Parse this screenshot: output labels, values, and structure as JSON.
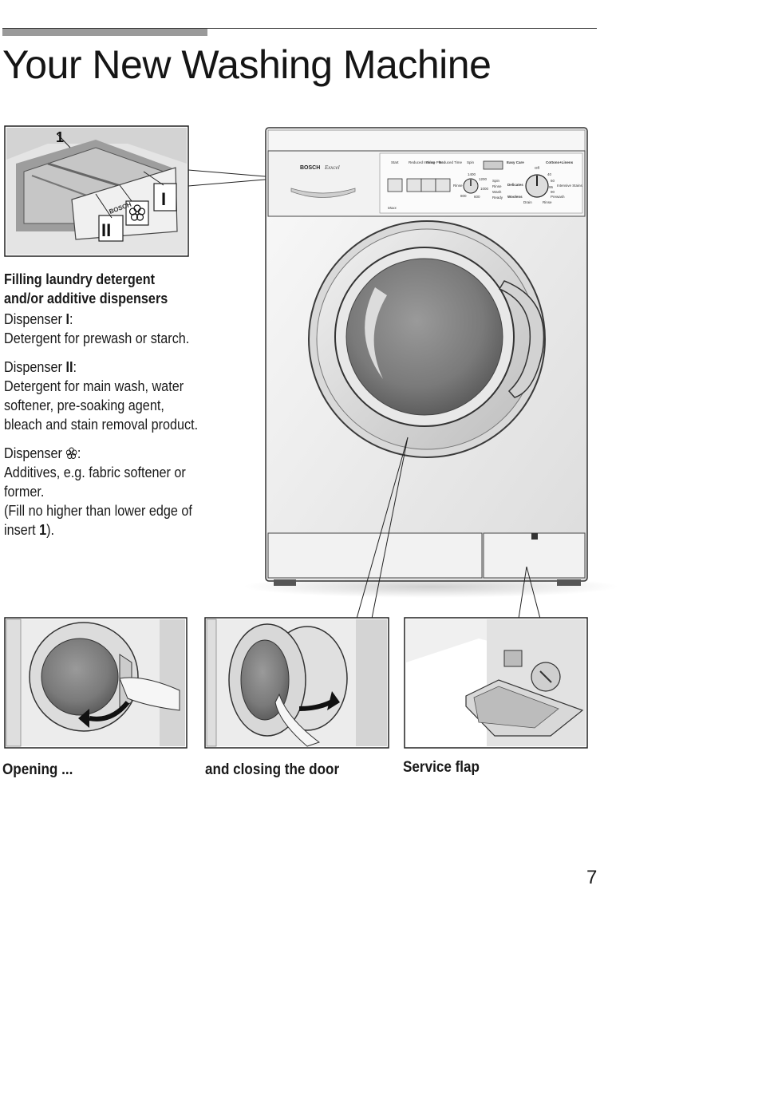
{
  "page": {
    "title": "Your New Washing Machine",
    "page_number": "7"
  },
  "dispenser_section": {
    "heading_line1": "Filling laundry detergent",
    "heading_line2": "and/or additive dispensers",
    "dispenser_i_label": "Dispenser ",
    "dispenser_i_mark": "I",
    "dispenser_i_colon": ":",
    "dispenser_i_text": "Detergent for prewash or starch.",
    "dispenser_ii_label": "Dispenser ",
    "dispenser_ii_mark": "II",
    "dispenser_ii_colon": ":",
    "dispenser_ii_text": "Detergent for main wash, water softener, pre-soaking agent, bleach and stain removal product.",
    "dispenser_flower_label": "Dispenser ",
    "dispenser_flower_icon": "flower-icon",
    "dispenser_flower_colon": ":",
    "dispenser_flower_text": "Additives, e.g. fabric softener or former.",
    "fill_note_prefix": "(Fill no higher than lower edge of insert ",
    "fill_note_mark": "1",
    "fill_note_suffix": ")."
  },
  "figure_labels": {
    "insert_number": "1",
    "compartment_i": "I",
    "compartment_ii": "II",
    "drawer_brand": "BOSCH"
  },
  "machine_panel": {
    "brand": "BOSCH",
    "model": "Exxcel",
    "start": "Start",
    "reduced_ironing": "Reduced Ironing",
    "rinse_plus": "Rinse Plus",
    "reduced_time": "Reduced Time",
    "spin": "Spin",
    "easy_care": "Easy Care",
    "cottons_linens": "Cottons+Linens",
    "off": "Off",
    "delicates": "Delicates",
    "woolens": "Woolens",
    "rinse_hold": "Rinse Hold",
    "spin_speeds": [
      "1400",
      "1200",
      "1000",
      "800",
      "600"
    ],
    "status": [
      "Spin",
      "Rinse",
      "Wash",
      "Ready"
    ],
    "temps": [
      "40",
      "60",
      "90",
      "95"
    ],
    "intensive_stains": "Intensive Stains",
    "prewash": "Prewash",
    "drain": "Drain",
    "rinse": "Rinse",
    "logo": "Maxx"
  },
  "captions": {
    "opening": "Opening ...",
    "closing": "and closing the door",
    "service_flap": "Service flap"
  }
}
